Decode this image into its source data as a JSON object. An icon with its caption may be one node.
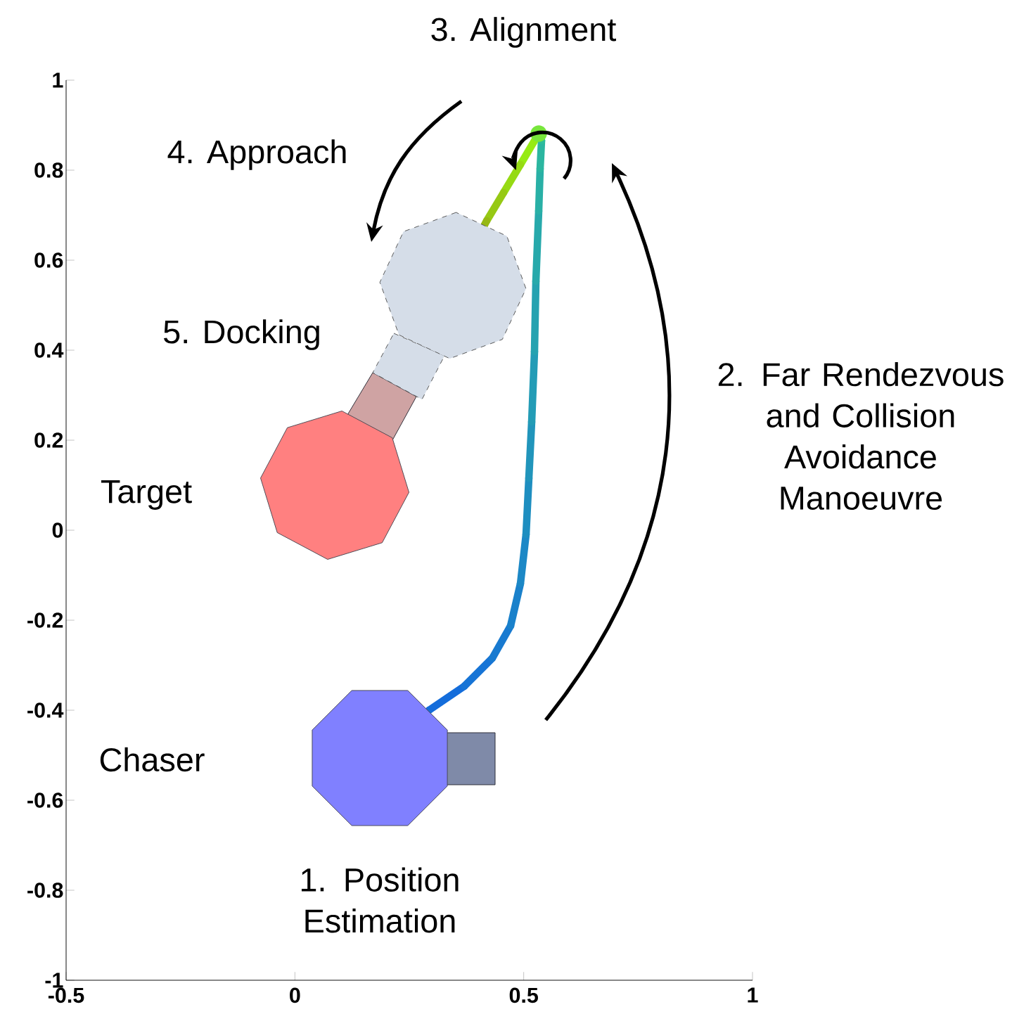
{
  "diagram": {
    "nodes": [
      {
        "text": [],
        "shape": "octagon",
        "beside": [
          "Target"
        ]
      },
      {
        "text": [],
        "shape": "octagon"
      },
      {
        "text": [],
        "shape": "octagon",
        "beside": [
          "Chaser"
        ]
      }
    ],
    "labels": [
      "3. Alignment",
      "4. Approach",
      "5. Docking",
      "2. Far Rendezvous and Collision Avoidance Manoeuvre",
      "1. Position Estimation"
    ],
    "chart_data": {
      "type": "line",
      "xlim": [
        -0.5,
        1
      ],
      "ylim": [
        -1,
        1
      ],
      "xticks": [
        -0.5,
        0,
        0.5,
        1
      ],
      "yticks": [
        -1,
        -0.8,
        -0.6,
        -0.4,
        -0.2,
        0,
        0.2,
        0.4,
        0.6,
        0.8,
        1
      ]
    }
  }
}
